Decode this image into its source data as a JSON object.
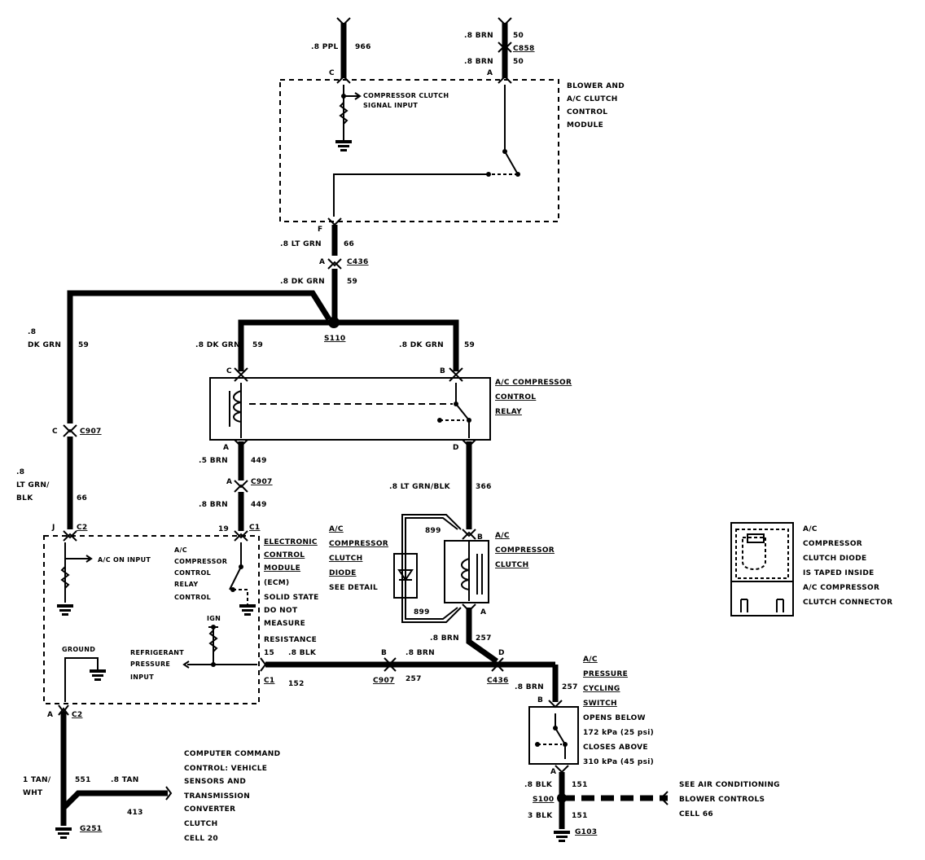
{
  "top": {
    "w966_gauge": ".8 PPL",
    "w966_num": "966",
    "w966_pin": "C",
    "w50_gauge1": ".8 BRN",
    "w50_num1": "50",
    "c858": "C858",
    "w50_gauge2": ".8 BRN",
    "w50_num2": "50",
    "w50_pin": "A"
  },
  "blower_module": {
    "title_lines": [
      "BLOWER AND",
      "A/C CLUTCH",
      "CONTROL",
      "MODULE"
    ],
    "signal_lines": [
      "COMPRESSOR CLUTCH",
      "SIGNAL INPUT"
    ],
    "pin_f": "F"
  },
  "c436_top": {
    "gauge": ".8 LT GRN",
    "num": "66",
    "pin": "A",
    "conn": "C436",
    "dk_gauge": ".8 DK GRN",
    "dk_num": "59",
    "splice": "S110"
  },
  "left_feed": {
    "gauge_line1": ".8",
    "gauge_line2": "DK GRN",
    "num": "59",
    "c907_pin": "C",
    "c907": "C907",
    "ltgrn_line1": ".8",
    "ltgrn_line2": "LT GRN/",
    "ltgrn_line3": "BLK",
    "ltgrn_num": "66",
    "pin_j": "J",
    "c2": "C2"
  },
  "relay": {
    "left_gauge": ".8 DK GRN",
    "left_num": "59",
    "pin_c": "C",
    "right_gauge": ".8 DK GRN",
    "right_num": "59",
    "pin_b": "B",
    "title_lines": [
      "A/C COMPRESSOR",
      "CONTROL",
      "RELAY"
    ],
    "pin_a": "A",
    "pin_d": "D"
  },
  "w449": {
    "gauge1": ".5 BRN",
    "num1": "449",
    "pin_a": "A",
    "c907": "C907",
    "gauge2": ".8 BRN",
    "num2": "449",
    "pin19": "19",
    "c1": "C1"
  },
  "ecm": {
    "title_lines": [
      "ELECTRONIC",
      "CONTROL",
      "MODULE",
      "(ECM)"
    ],
    "note_lines": [
      "SOLID STATE",
      "DO NOT",
      "MEASURE",
      "RESISTANCE"
    ],
    "ac_on_input": "A/C ON INPUT",
    "relay_ctrl_lines": [
      "A/C",
      "COMPRESSOR",
      "CONTROL",
      "RELAY",
      "CONTROL"
    ],
    "ign": "IGN",
    "ground": "GROUND",
    "refrig_lines": [
      "REFRIGERANT",
      "PRESSURE",
      "INPUT"
    ],
    "pin15": "15",
    "c1": "C1"
  },
  "w366": {
    "gauge": ".8 LT GRN/BLK",
    "num": "366"
  },
  "clutch": {
    "diode_lines": [
      "A/C",
      "COMPRESSOR",
      "CLUTCH",
      "DIODE",
      "SEE DETAIL"
    ],
    "w899_top": "899",
    "w899_bot": "899",
    "pin_b": "B",
    "pin_a": "A",
    "title_lines": [
      "A/C",
      "COMPRESSOR",
      "CLUTCH"
    ]
  },
  "w257": {
    "gauge_top": ".8 BRN",
    "num_top": "257",
    "pin_d": "D",
    "c436": "C436",
    "blk_gauge": ".8 BLK",
    "num152": "152",
    "pin_b": "B",
    "c907": "C907",
    "brn_gauge": ".8 BRN",
    "num257": "257",
    "gauge_sw": ".8 BRN",
    "num_sw": "257",
    "pin_b_sw": "B"
  },
  "pressure_switch": {
    "title_lines": [
      "A/C",
      "PRESSURE",
      "CYCLING",
      "SWITCH"
    ],
    "desc_lines": [
      "OPENS BELOW",
      "172 kPa (25 psi)",
      "CLOSES ABOVE",
      "310 kPa (45 psi)"
    ],
    "pin_a": "A"
  },
  "ground_blk": {
    "gauge1": ".8 BLK",
    "num1": "151",
    "splice": "S100",
    "gauge2": "3 BLK",
    "num2": "151",
    "ground": "G103",
    "see_lines": [
      "SEE AIR CONDITIONING",
      "BLOWER CONTROLS",
      "CELL 66"
    ]
  },
  "ecm_ground": {
    "pin_a": "A",
    "c2": "C2",
    "tan_line1": "1 TAN/",
    "tan_line2": "WHT",
    "num551": "551",
    "tan_gauge": ".8 TAN",
    "num413": "413",
    "ground": "G251",
    "ccc_lines": [
      "COMPUTER COMMAND",
      "CONTROL: VEHICLE",
      "SENSORS AND",
      "TRANSMISSION",
      "CONVERTER",
      "CLUTCH",
      "CELL 20"
    ]
  },
  "detail": {
    "text_lines": [
      "A/C",
      "COMPRESSOR",
      "CLUTCH DIODE",
      "IS TAPED INSIDE",
      "A/C COMPRESSOR",
      "CLUTCH CONNECTOR"
    ]
  }
}
